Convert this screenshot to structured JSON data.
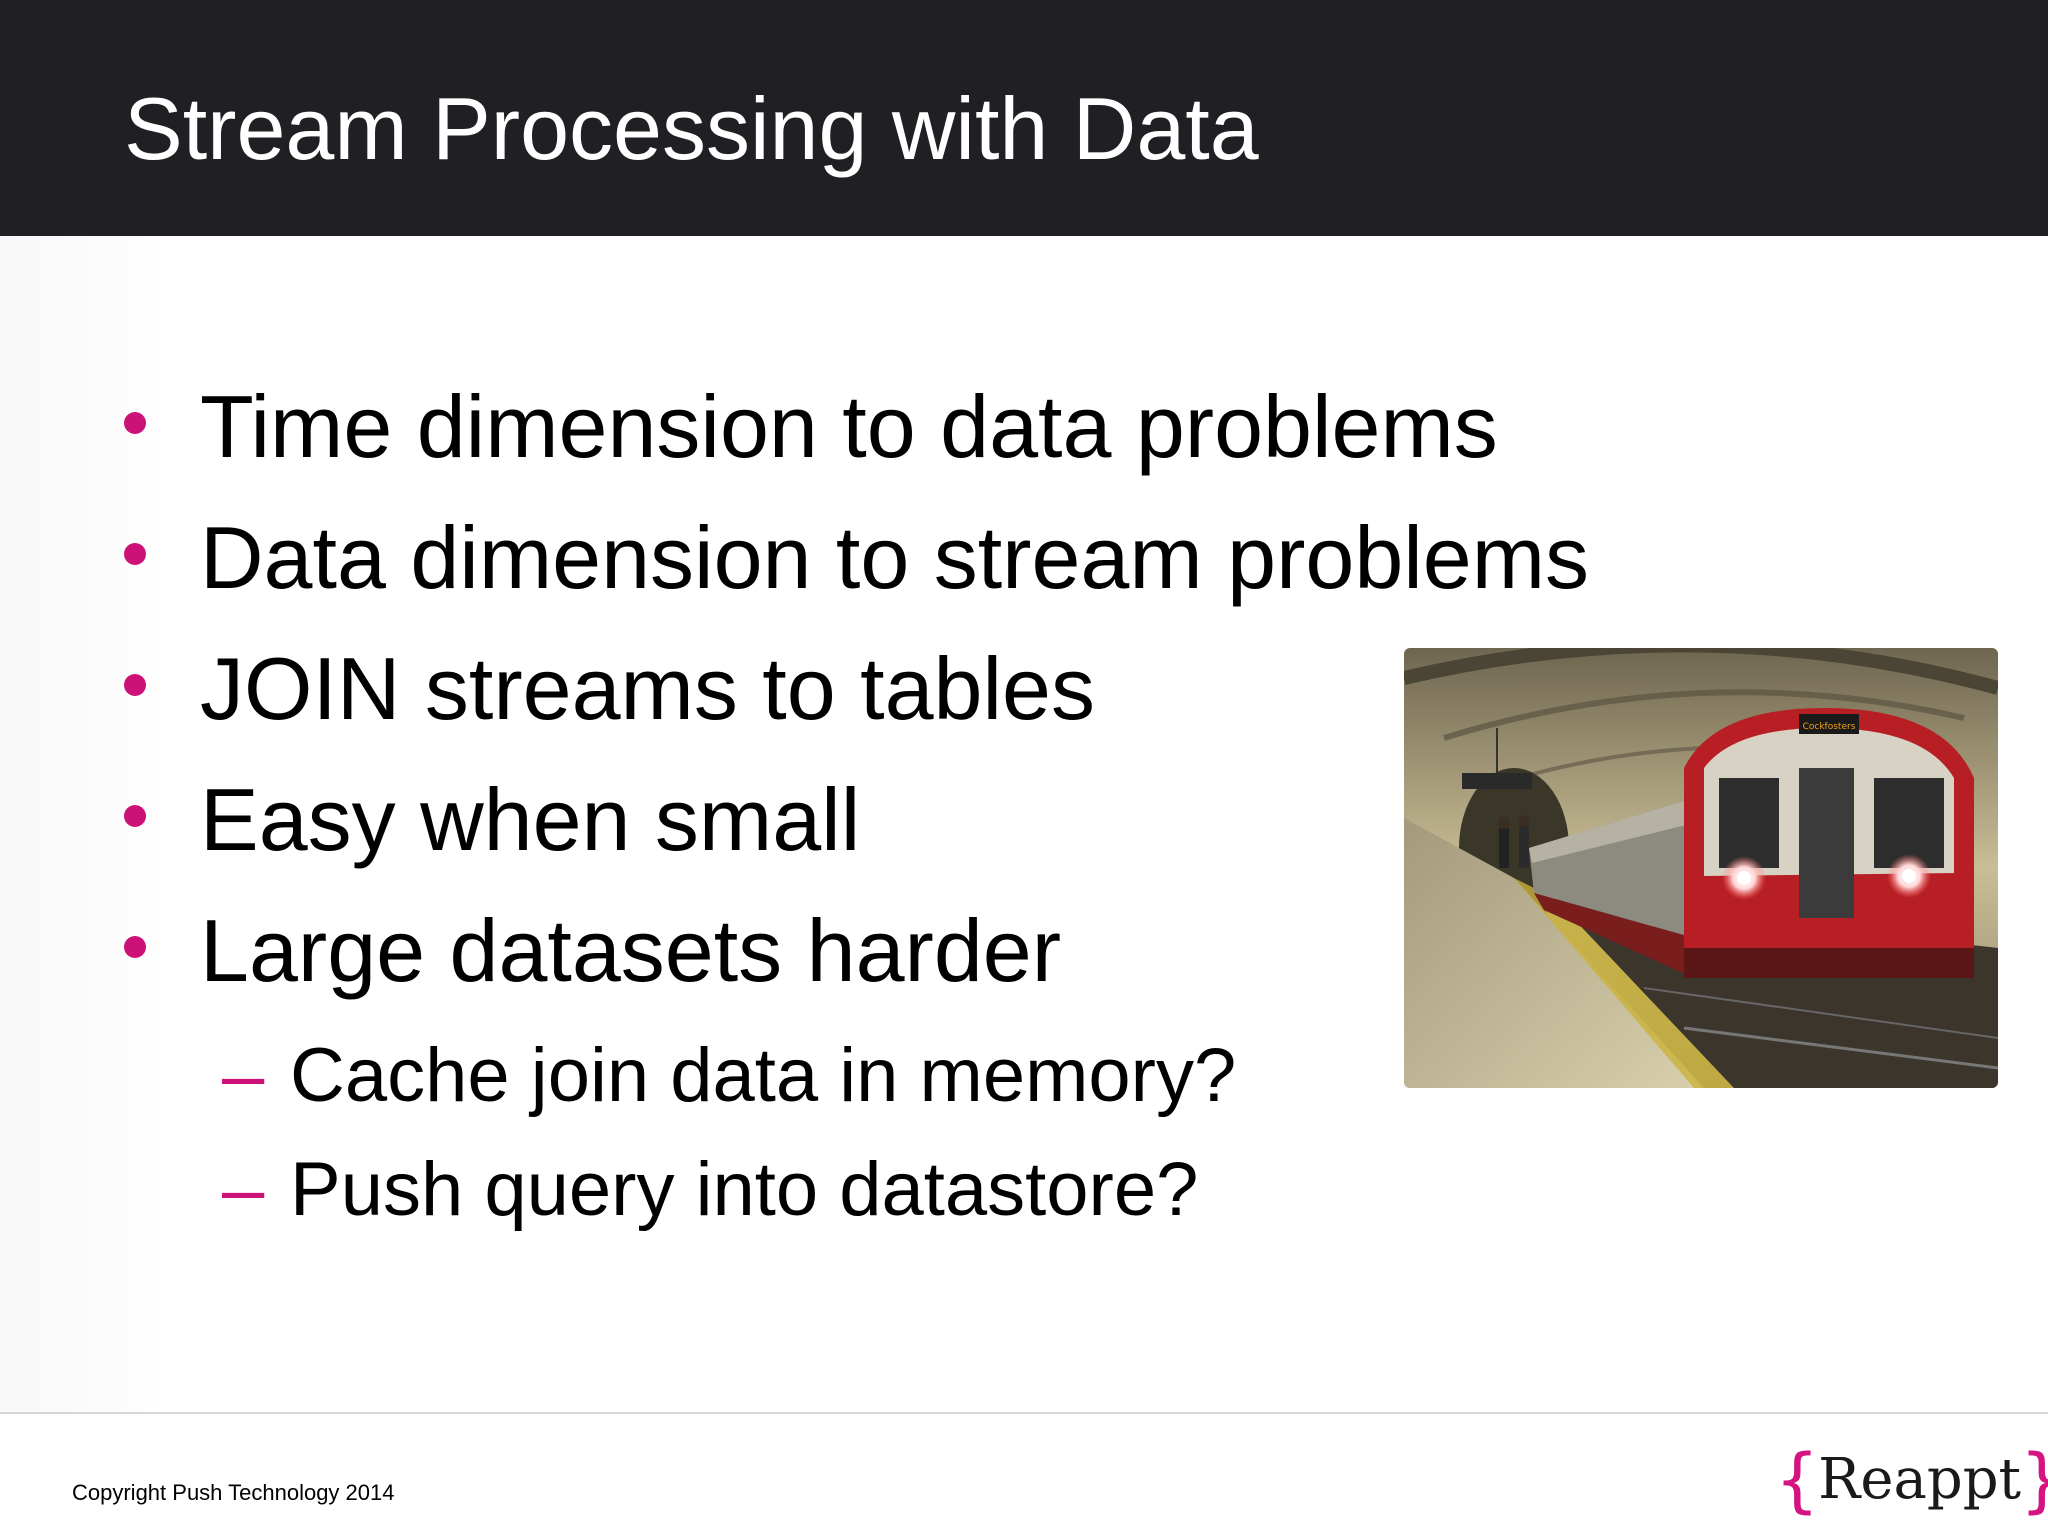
{
  "slide": {
    "title": "Stream Processing with Data",
    "bullets": [
      "Time dimension to data problems",
      "Data dimension to stream problems",
      "JOIN streams to tables",
      "Easy when small",
      "Large datasets harder"
    ],
    "sub_bullets": [
      "Cache join data in memory?",
      "Push query into datastore?"
    ],
    "sub_bullet_marker": "–"
  },
  "photo": {
    "train_destination": "Cockfosters"
  },
  "footer": {
    "copyright": "Copyright Push Technology 2014",
    "logo": {
      "open_brace": "{",
      "word": "Reappt",
      "close_brace": "}"
    }
  },
  "colors": {
    "header_bg": "#202024",
    "accent": "#cc1177",
    "text": "#000000"
  }
}
